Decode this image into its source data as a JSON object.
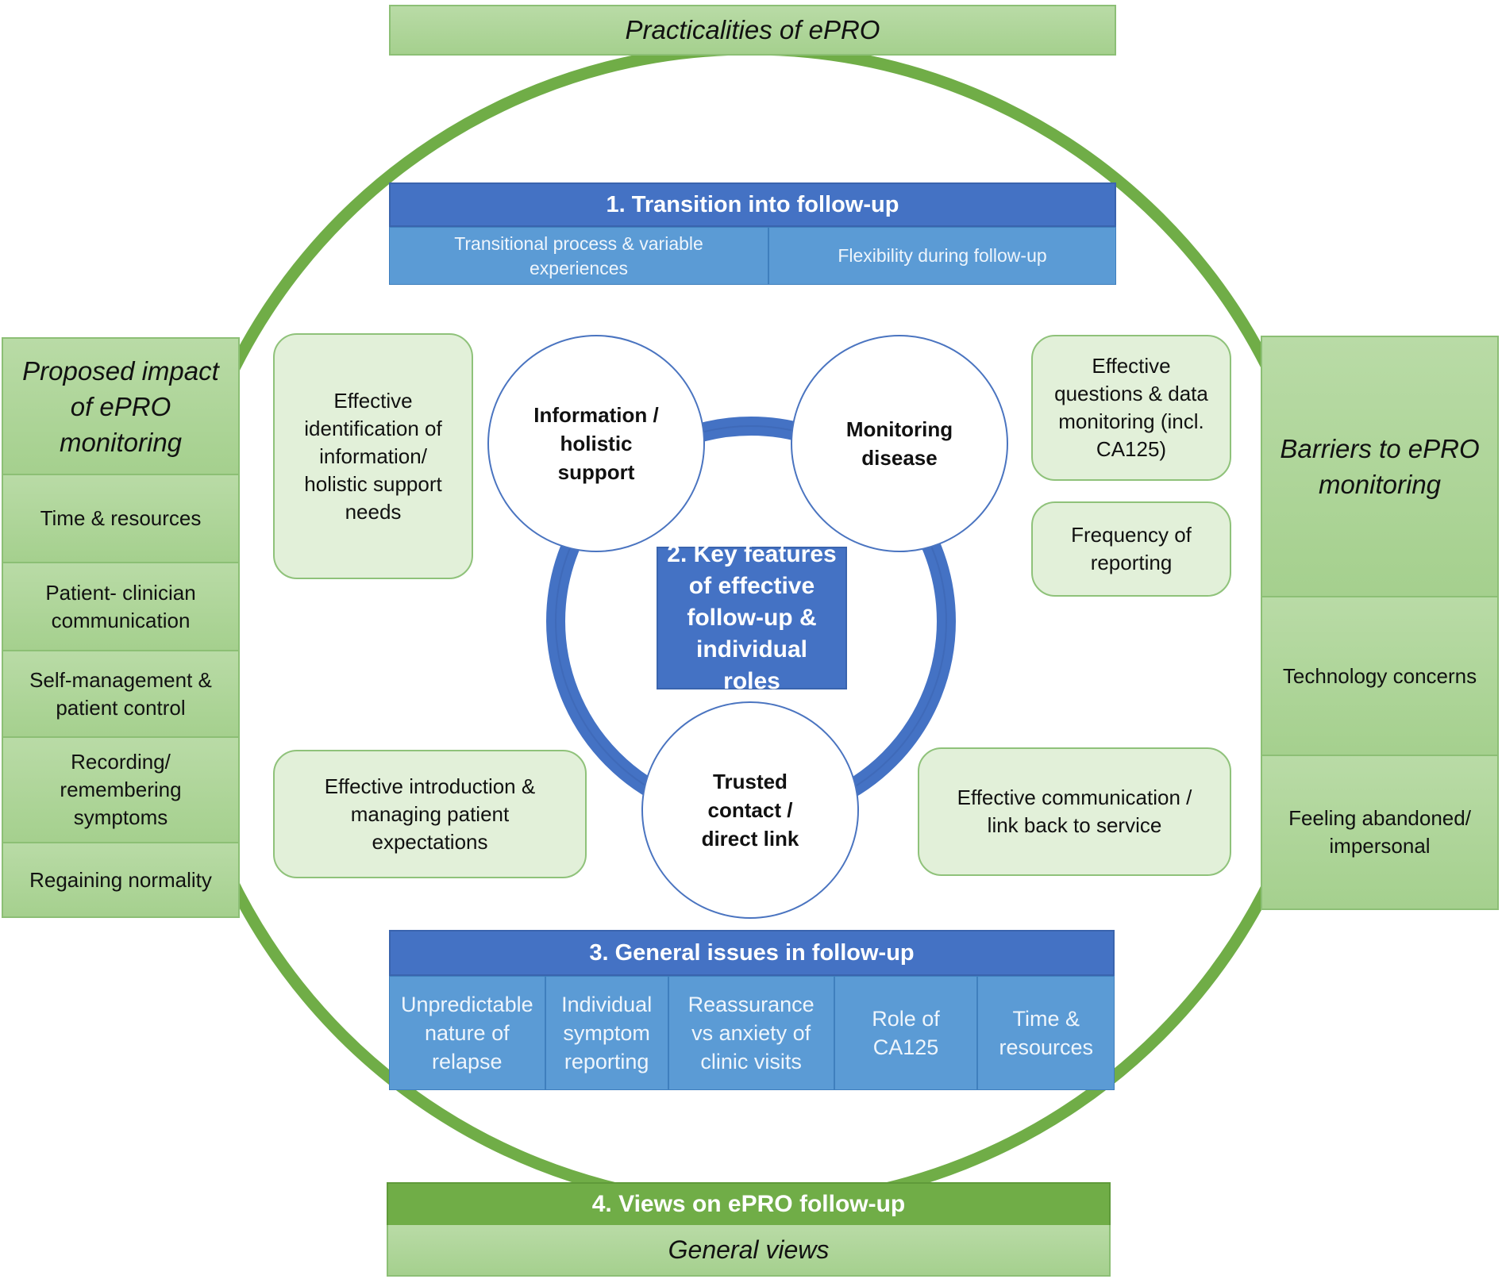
{
  "outer": {
    "top_label": "Practicalities of ePRO",
    "left_title": "Proposed impact of ePRO monitoring",
    "left_items": [
      "Time & resources",
      "Patient- clinician communication",
      "Self-management & patient control",
      "Recording/ remembering symptoms",
      "Regaining normality"
    ],
    "right_title": "Barriers to ePRO monitoring",
    "right_items": [
      "Technology concerns",
      "Feeling abandoned/ impersonal"
    ],
    "bottom_header": "4. Views on ePRO follow-up",
    "bottom_sub": "General views",
    "colors": {
      "ring": "#70ad47",
      "panel": "#a9d18e"
    }
  },
  "theme1": {
    "header": "1. Transition into follow-up",
    "cells": [
      "Transitional process & variable experiences",
      "Flexibility during follow-up"
    ]
  },
  "theme2": {
    "center": "2. Key features of effective follow-up & individual roles",
    "circles": [
      "Information / holistic support",
      "Monitoring disease",
      "Trusted contact / direct link"
    ],
    "callouts": {
      "top_left": "Effective identification of information/ holistic support needs",
      "top_right_1": "Effective questions & data monitoring (incl. CA125)",
      "top_right_2": "Frequency of reporting",
      "bottom_left": "Effective introduction & managing patient expectations",
      "bottom_right": "Effective communication / link back to service"
    },
    "colors": {
      "ring": "#4472c4",
      "center": "#4472c4"
    }
  },
  "theme3": {
    "header": "3. General issues in follow-up",
    "cells": [
      "Unpredictable nature of relapse",
      "Individual symptom reporting",
      "Reassurance vs anxiety of clinic visits",
      "Role of CA125",
      "Time & resources"
    ]
  }
}
